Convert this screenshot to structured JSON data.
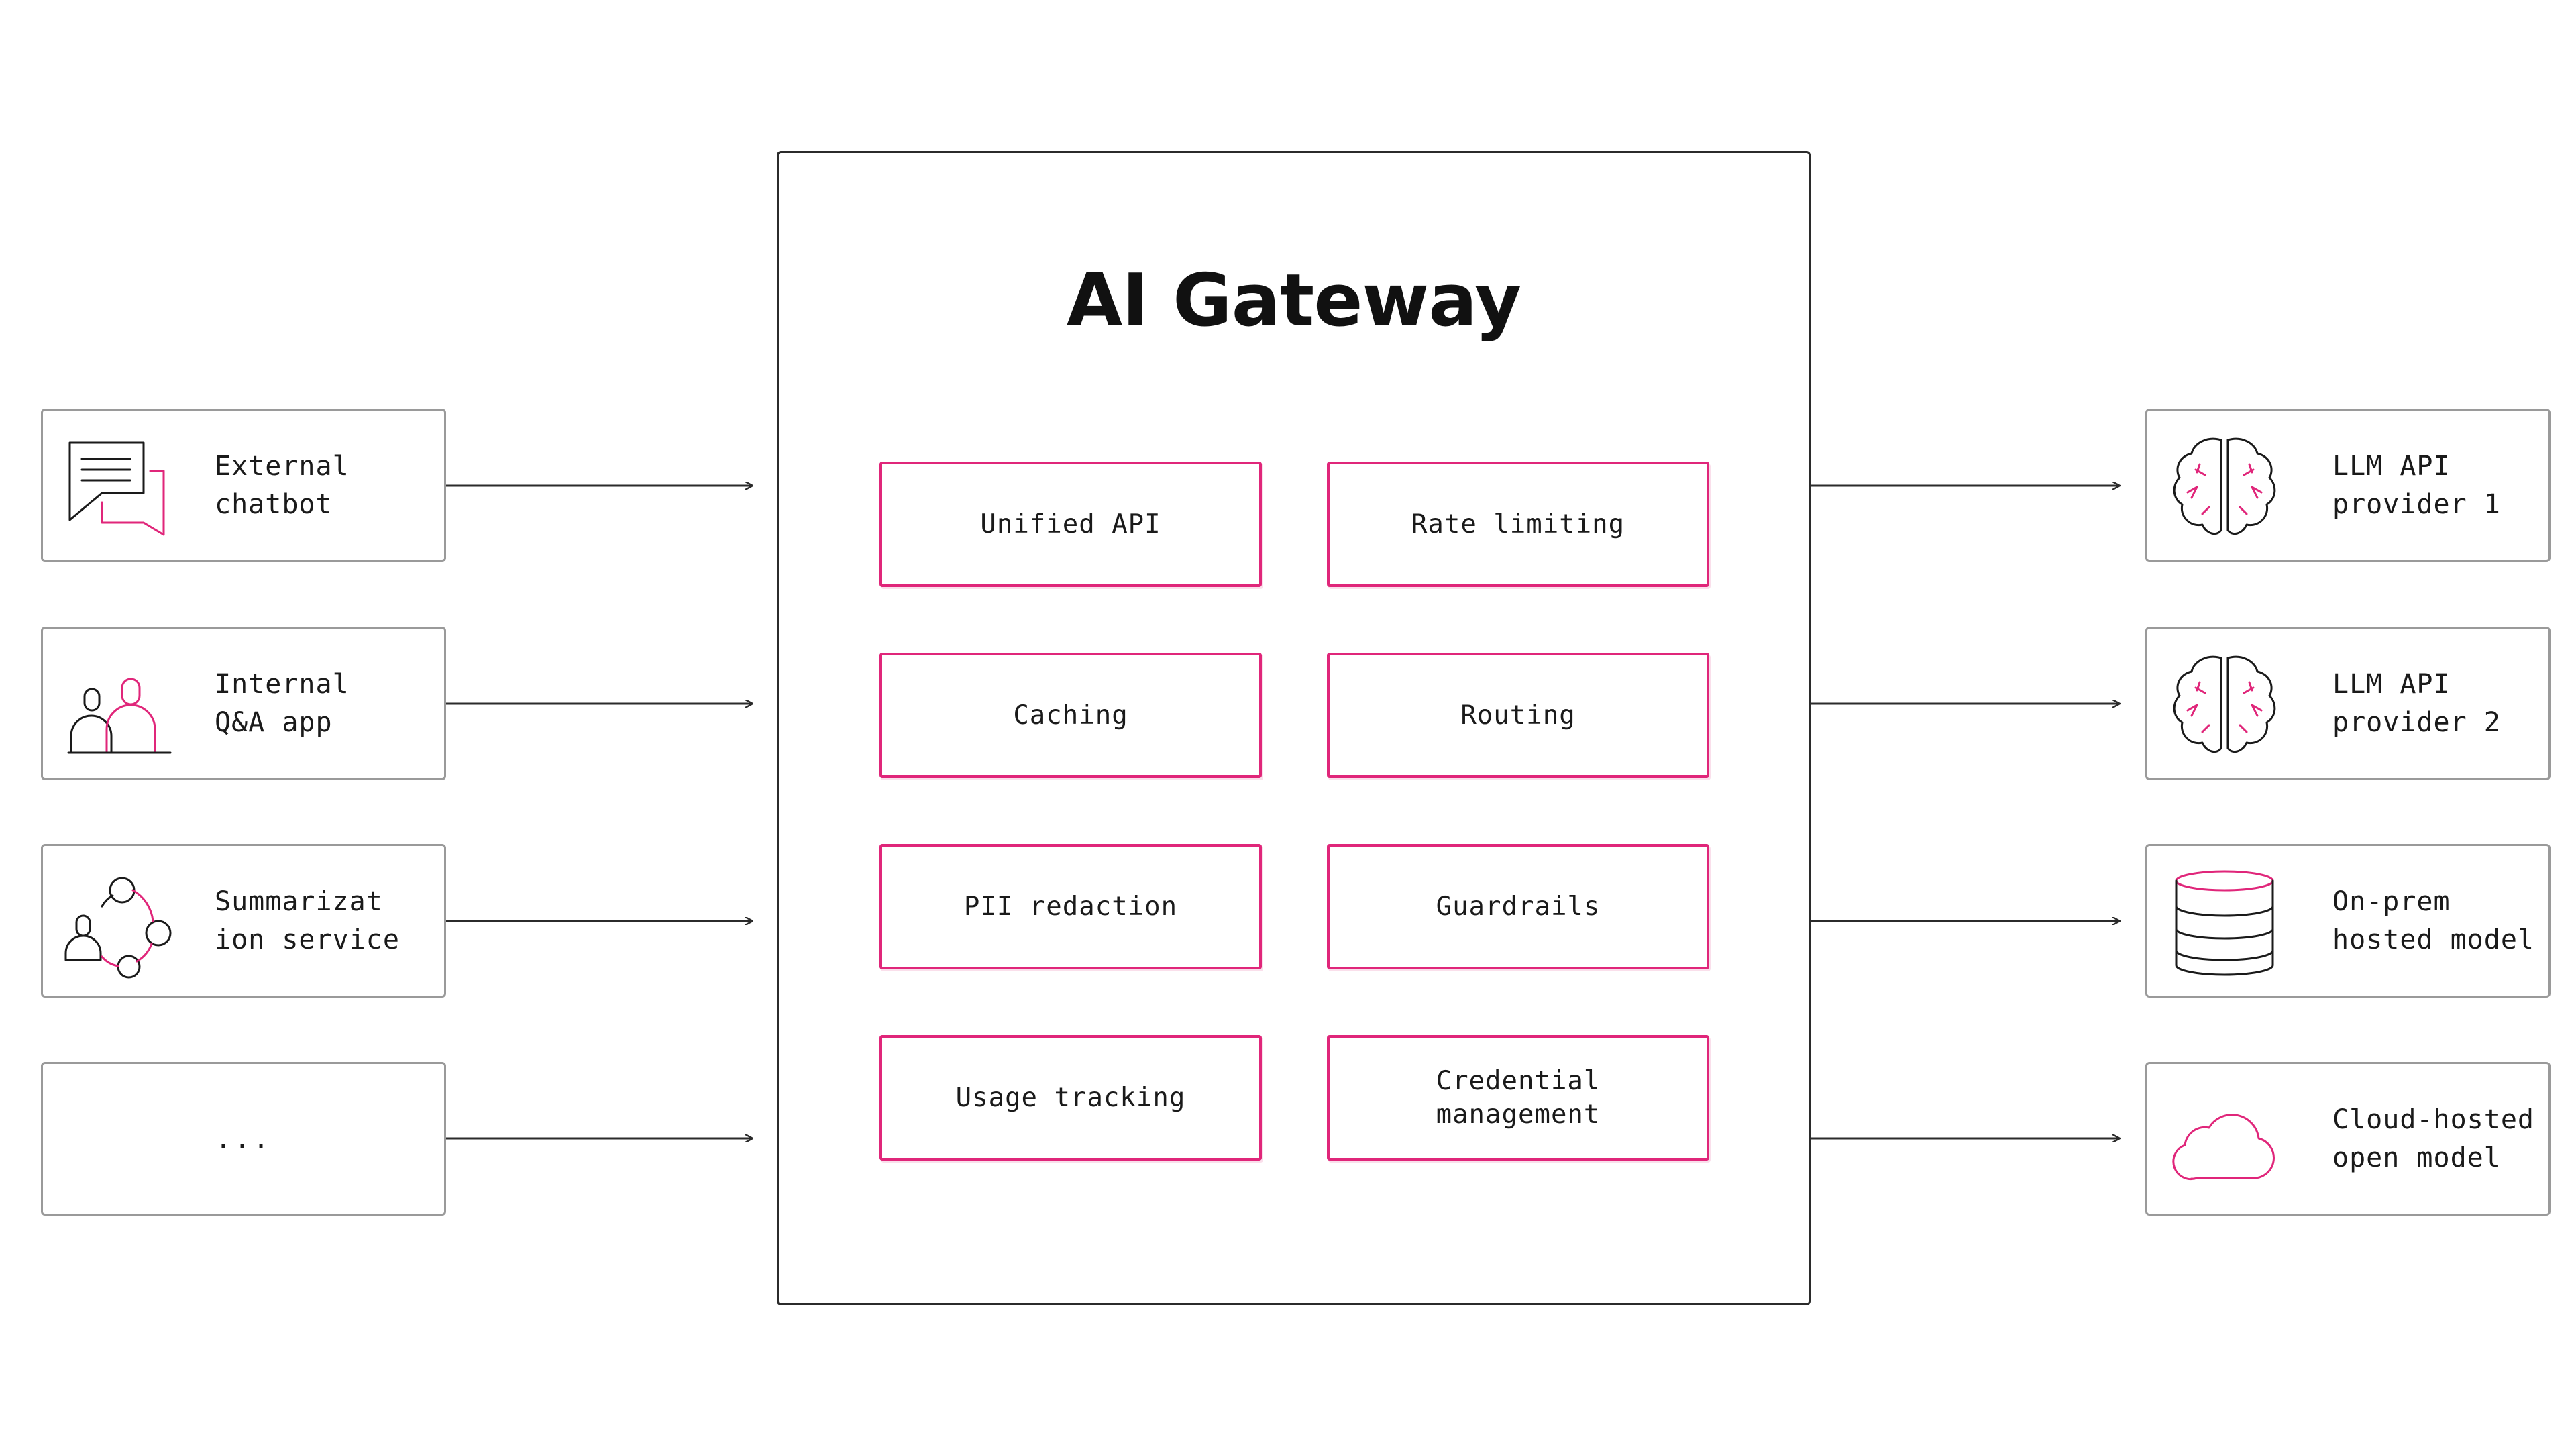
{
  "gateway": {
    "title": "AI Gateway",
    "features": [
      "Unified API",
      "Rate limiting",
      "Caching",
      "Routing",
      "PII redaction",
      "Guardrails",
      "Usage tracking",
      "Credential\nmanagement"
    ]
  },
  "clients": [
    {
      "label": "External\nchatbot",
      "icon": "chat-bubbles-icon"
    },
    {
      "label": "Internal\nQ&A app",
      "icon": "users-icon"
    },
    {
      "label": "Summarizat\nion service",
      "icon": "network-people-icon"
    },
    {
      "label": "..."
    }
  ],
  "providers": [
    {
      "label": "LLM API\nprovider 1",
      "icon": "brain-icon"
    },
    {
      "label": "LLM API\nprovider 2",
      "icon": "brain-icon"
    },
    {
      "label": "On-prem\nhosted model",
      "icon": "database-icon"
    },
    {
      "label": "Cloud-hosted\nopen model",
      "icon": "cloud-icon"
    }
  ],
  "colors": {
    "accent": "#e0267a",
    "border": "#9a9a9a",
    "text": "#1a1a1a"
  }
}
